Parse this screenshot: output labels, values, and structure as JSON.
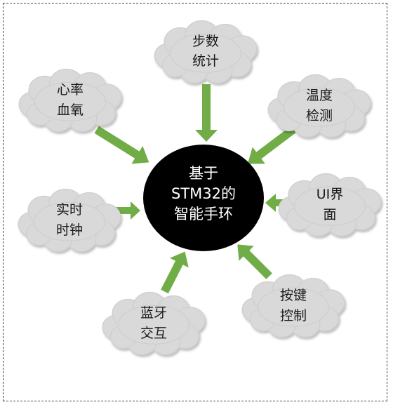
{
  "center": {
    "lines": [
      "基于",
      "STM32的",
      "智能手环"
    ],
    "fill": "#000000",
    "text_color": "#ffffff"
  },
  "modules": [
    {
      "id": "step",
      "lines": [
        "步数",
        "统计"
      ]
    },
    {
      "id": "heart",
      "lines": [
        "心率",
        "血氧"
      ]
    },
    {
      "id": "temp",
      "lines": [
        "温度",
        "检测"
      ]
    },
    {
      "id": "clock",
      "lines": [
        "实时",
        "时钟"
      ]
    },
    {
      "id": "ui",
      "lines": [
        "UI界",
        "面"
      ]
    },
    {
      "id": "bluetooth",
      "lines": [
        "蓝牙",
        "交互"
      ]
    },
    {
      "id": "button",
      "lines": [
        "按键",
        "控制"
      ]
    }
  ],
  "colors": {
    "arrow": "#70ad47",
    "cloud": "#d9d9d9",
    "border": "#4a4a4a"
  }
}
